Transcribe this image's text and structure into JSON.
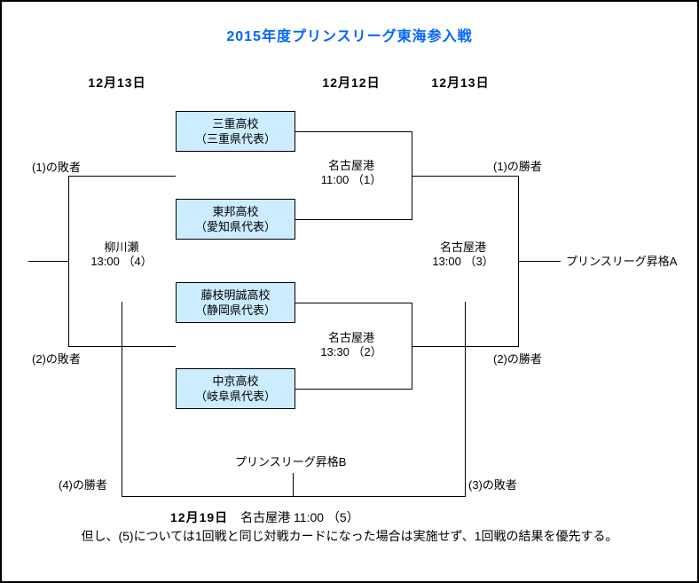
{
  "title": "2015年度プリンスリーグ東海参入戦",
  "date_headers": {
    "consolation_round": "12月13日",
    "first_round": "12月12日",
    "final_round": "12月13日"
  },
  "teams": [
    {
      "name": "三重高校",
      "prefecture": "（三重県代表）"
    },
    {
      "name": "東邦高校",
      "prefecture": "（愛知県代表）"
    },
    {
      "name": "藤枝明誠高校",
      "prefecture": "（静岡県代表）"
    },
    {
      "name": "中京高校",
      "prefecture": "（岐阜県代表）"
    }
  ],
  "matches": {
    "match1": {
      "venue": "名古屋港",
      "time": "11:00 （1）"
    },
    "match2": {
      "venue": "名古屋港",
      "time": "13:30 （2）"
    },
    "match3": {
      "venue": "名古屋港",
      "time": "13:00 （3）"
    },
    "match4": {
      "venue": "柳川瀬",
      "time": "13:00 （4）"
    },
    "match5": {
      "date": "12月19日",
      "venue_time": "　名古屋港 11:00 （5）"
    }
  },
  "labels": {
    "loser1": "(1)の敗者",
    "loser2": "(2)の敗者",
    "winner1": "(1)の勝者",
    "winner2": "(2)の勝者",
    "winner4": "(4)の勝者",
    "loser3": "(3)の敗者",
    "promotion_a": "プリンスリーグ昇格A",
    "promotion_b": "プリンスリーグ昇格B"
  },
  "note": "但し、(5)については1回戦と同じ対戦カードになった場合は実施せず、1回戦の結果を優先する。",
  "colors": {
    "title": "#0066FF",
    "team_box_fill": "#CCECFF",
    "line": "#000000",
    "background": "#FFFFFF"
  }
}
